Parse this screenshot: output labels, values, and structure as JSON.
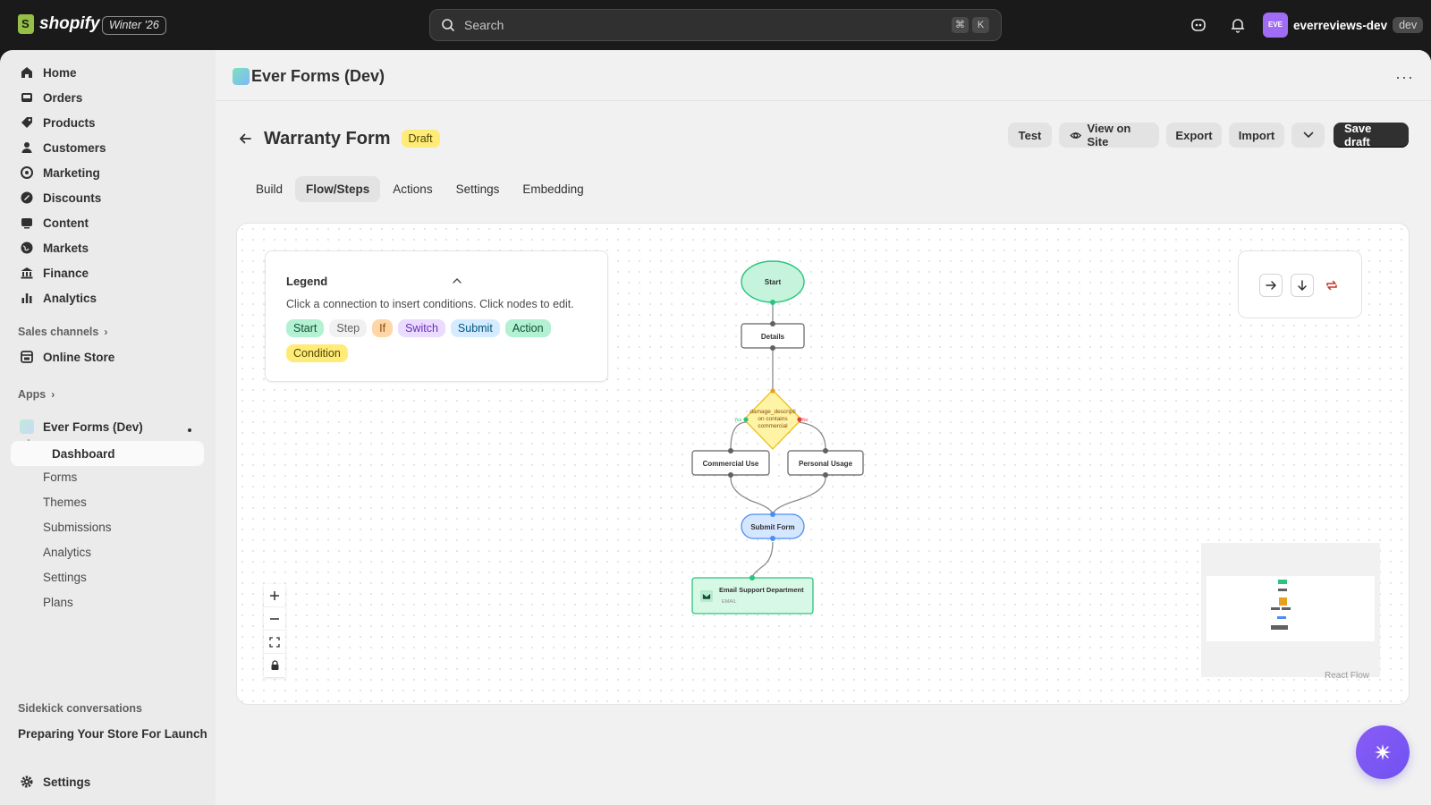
{
  "topbar": {
    "logo_text": "shopify",
    "edition": "Winter '26",
    "search_placeholder": "Search",
    "kbd_cmd": "⌘",
    "kbd_key": "K",
    "avatar_initials": "EVE",
    "store_name": "everreviews-dev",
    "store_badge": "dev"
  },
  "sidebar": {
    "items": [
      {
        "label": "Home",
        "icon": "home-icon"
      },
      {
        "label": "Orders",
        "icon": "inbox-icon"
      },
      {
        "label": "Products",
        "icon": "tag-icon"
      },
      {
        "label": "Customers",
        "icon": "person-icon"
      },
      {
        "label": "Marketing",
        "icon": "target-icon"
      },
      {
        "label": "Discounts",
        "icon": "discount-icon"
      },
      {
        "label": "Content",
        "icon": "content-icon"
      },
      {
        "label": "Markets",
        "icon": "globe-icon"
      },
      {
        "label": "Finance",
        "icon": "bank-icon"
      },
      {
        "label": "Analytics",
        "icon": "chart-icon"
      }
    ],
    "sales_channels_label": "Sales channels",
    "online_store": "Online Store",
    "apps_label": "Apps",
    "app_name": "Ever Forms (Dev)",
    "app_sub_items": [
      "Dashboard",
      "Forms",
      "Themes",
      "Submissions",
      "Analytics",
      "Settings",
      "Plans"
    ],
    "sidekick_label": "Sidekick conversations",
    "sidekick_conversation": "Preparing Your Store For Launch",
    "settings": "Settings"
  },
  "app_header": {
    "title": "Ever Forms (Dev)",
    "more": "···"
  },
  "page": {
    "title": "Warranty Form",
    "status": "Draft",
    "actions": {
      "test": "Test",
      "view_on_site": "View on Site",
      "export": "Export",
      "import": "Import",
      "save_draft": "Save draft"
    },
    "tabs": [
      "Build",
      "Flow/Steps",
      "Actions",
      "Settings",
      "Embedding"
    ],
    "active_tab": "Flow/Steps"
  },
  "legend": {
    "title": "Legend",
    "description": "Click a connection to insert conditions. Click nodes to edit.",
    "chips": [
      {
        "label": "Start",
        "bg": "#b4f0d2",
        "fg": "#0c5132"
      },
      {
        "label": "Step",
        "bg": "#f1f1f1",
        "fg": "#616161"
      },
      {
        "label": "If",
        "bg": "#ffd6a8",
        "fg": "#8a4a00"
      },
      {
        "label": "Switch",
        "bg": "#eadcff",
        "fg": "#6a2bb8"
      },
      {
        "label": "Submit",
        "bg": "#d5ebff",
        "fg": "#00527c"
      },
      {
        "label": "Action",
        "bg": "#b4f0d2",
        "fg": "#0c5132"
      },
      {
        "label": "Condition",
        "bg": "#ffeb78",
        "fg": "#4f4700"
      }
    ]
  },
  "flow": {
    "start": "Start",
    "details": "Details",
    "condition_line1": "damage_descripti",
    "condition_line2": "on contains",
    "condition_line3": "commercial",
    "yes": "Yes",
    "no": "No",
    "commercial_use": "Commercial Use",
    "personal_usage": "Personal Usage",
    "submit_form": "Submit Form",
    "email_title": "Email Support Department",
    "email_sub": "EMAIL"
  },
  "react_flow_label": "React Flow",
  "colors": {
    "start_fill": "#c5f3dc",
    "start_stroke": "#29c47e",
    "condition_fill": "#fff3a6",
    "condition_stroke": "#e8c020",
    "submit_fill": "#d5e6ff",
    "submit_stroke": "#4a8ef5",
    "email_fill": "#d8f8e6",
    "email_stroke": "#29c47e",
    "sidekick": "#7a56f3"
  }
}
